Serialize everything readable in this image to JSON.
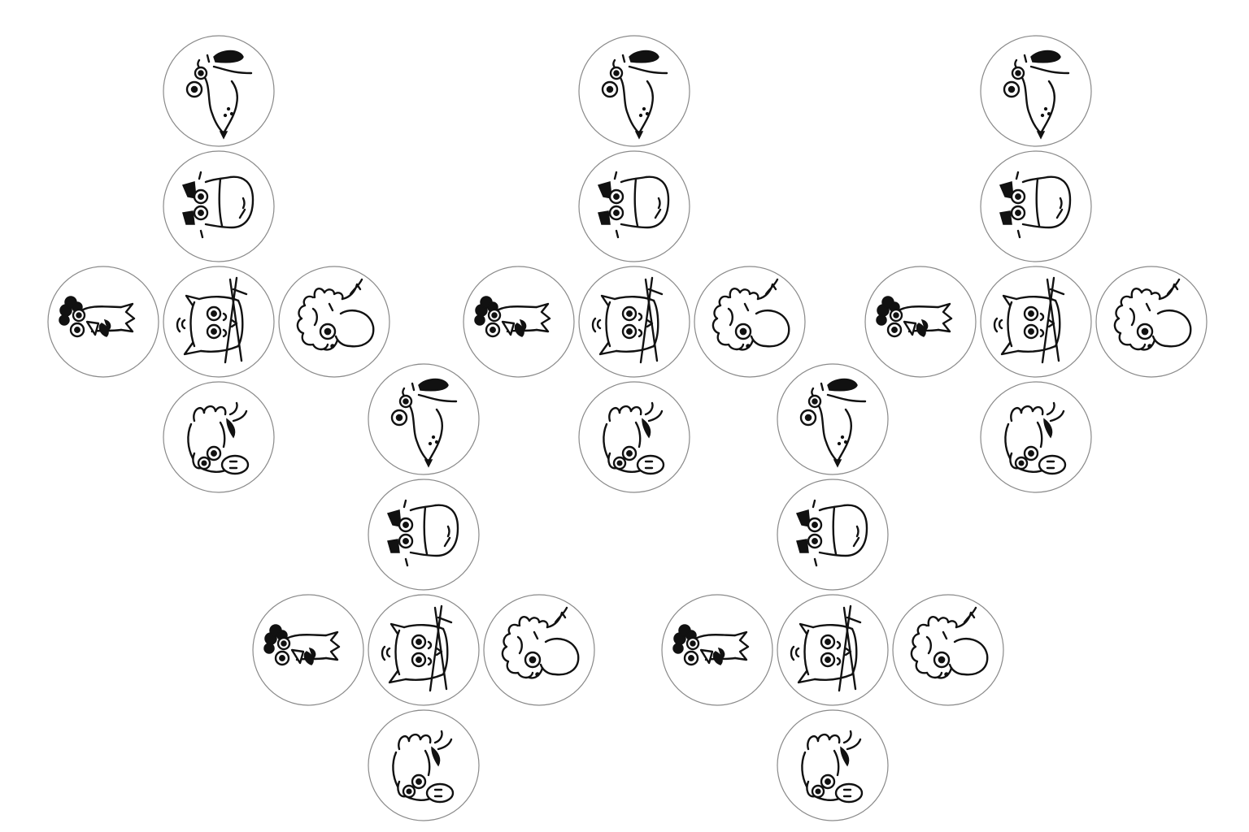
{
  "theme": {
    "background": "#ffffff",
    "ring_color": "#8a8a8a",
    "ink_color": "#111111"
  },
  "animals": [
    "mouse",
    "cow",
    "hen",
    "cat",
    "sheep",
    "pig"
  ],
  "net_layout": [
    {
      "row": 0,
      "col": 1,
      "animal": "mouse"
    },
    {
      "row": 1,
      "col": 1,
      "animal": "cow"
    },
    {
      "row": 2,
      "col": 0,
      "animal": "hen"
    },
    {
      "row": 2,
      "col": 1,
      "animal": "cat"
    },
    {
      "row": 2,
      "col": 2,
      "animal": "sheep"
    },
    {
      "row": 3,
      "col": 1,
      "animal": "pig"
    }
  ],
  "nets": [
    {
      "id": "net-1"
    },
    {
      "id": "net-2"
    },
    {
      "id": "net-3"
    },
    {
      "id": "net-4"
    },
    {
      "id": "net-5"
    }
  ]
}
